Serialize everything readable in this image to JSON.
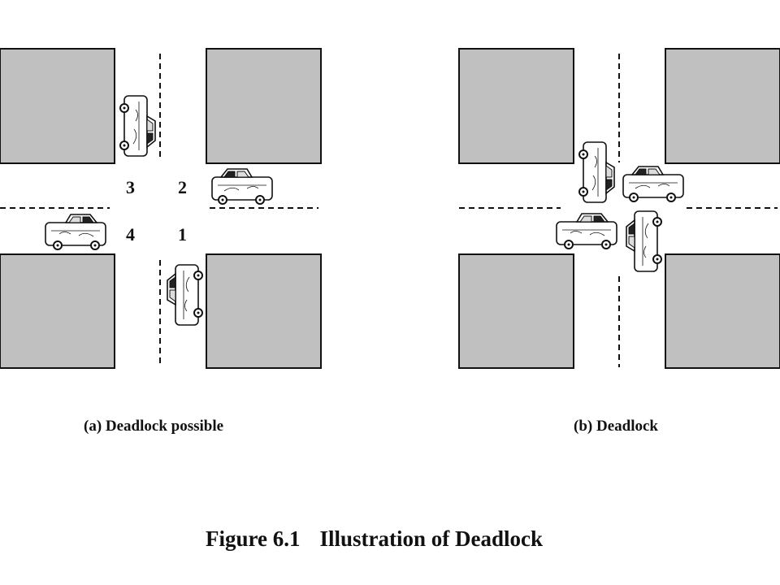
{
  "colors": {
    "block_fill": "#c0c0c0",
    "block_edge": "#111111",
    "road": "#ffffff",
    "ink": "#111111"
  },
  "panel_a": {
    "caption": "(a) Deadlock possible",
    "quadrants": [
      "1",
      "2",
      "3",
      "4"
    ]
  },
  "panel_b": {
    "caption": "(b) Deadlock"
  },
  "figure": {
    "number": "Figure 6.1",
    "title": "Illustration of Deadlock"
  }
}
